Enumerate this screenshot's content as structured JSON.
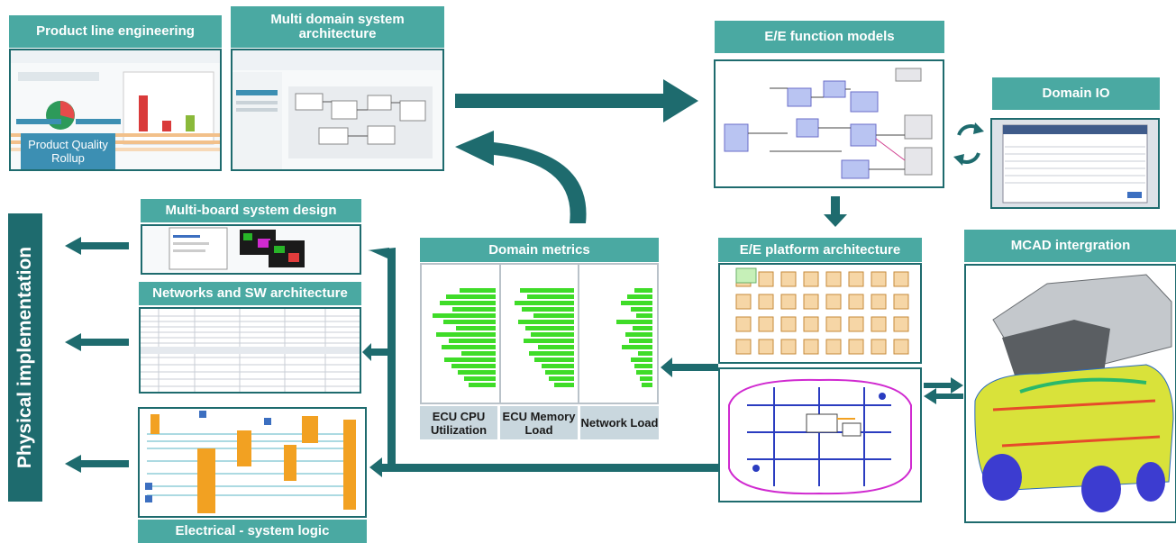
{
  "labels": {
    "product_line": "Product line engineering",
    "multi_domain": "Multi domain system architecture",
    "ee_function": "E/E function models",
    "domain_io": "Domain IO",
    "multi_board": "Multi-board system design",
    "networks_sw": "Networks and SW architecture",
    "electrical_logic": "Electrical - system logic",
    "domain_metrics": "Domain metrics",
    "ee_platform": "E/E platform architecture",
    "mcad": "MCAD intergration",
    "physical_impl": "Physical implementation",
    "product_quality_rollup": "Product Quality Rollup"
  },
  "metrics": [
    {
      "label": "ECU CPU Utilization"
    },
    {
      "label": "ECU Memory Load"
    },
    {
      "label": "Network Load"
    }
  ],
  "colors": {
    "label_bg": "#4aa9a2",
    "arrow": "#1e6b6e",
    "metric_bar": "#3fdc28",
    "wire_orange": "#f2a122",
    "block_blue": "#b9c4f2"
  },
  "icons": [
    "sync-icon"
  ]
}
